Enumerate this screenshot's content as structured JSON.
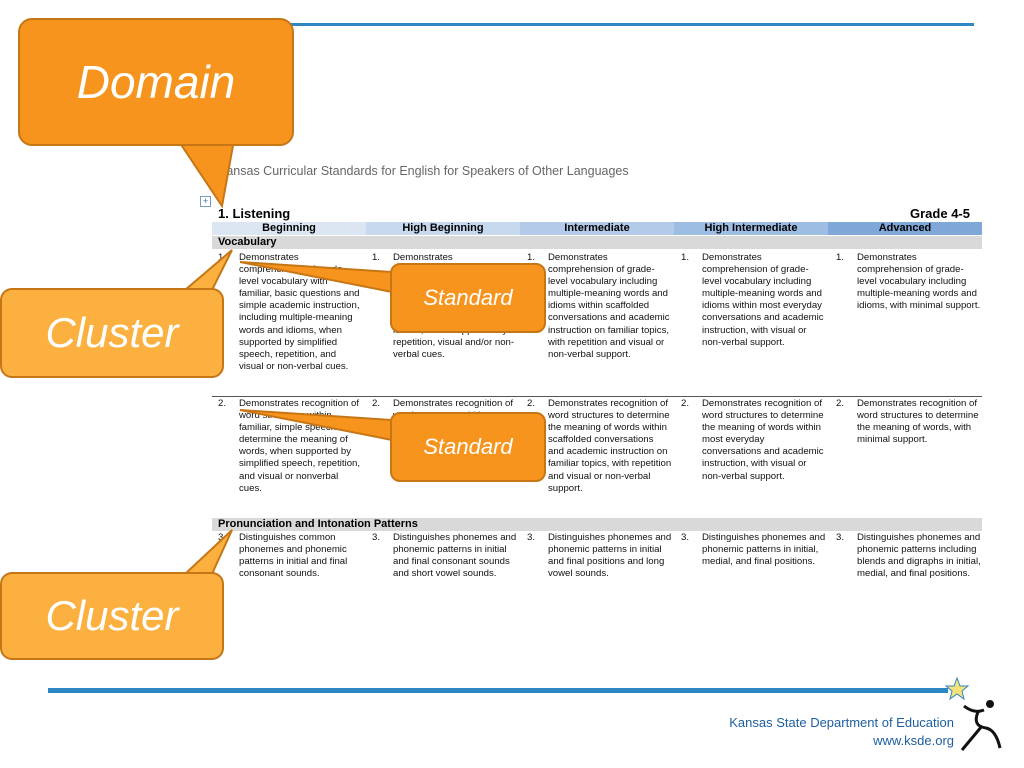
{
  "document": {
    "title": "Kansas Curricular Standards for English for Speakers of Other Languages",
    "section": "1. Listening",
    "grade": "Grade 4-5",
    "levels": [
      "Beginning",
      "High Beginning",
      "Intermediate",
      "High Intermediate",
      "Advanced"
    ],
    "clusters": [
      "Vocabulary",
      "Pronunciation and Intonation Patterns"
    ],
    "rows": [
      {
        "cells": [
          {
            "num": "1.",
            "text": "Demonstrates comprehension of grade-level vocabulary with familiar, basic questions and simple academic instruction, including multiple-meaning words and idioms, when supported by simplified speech, repetition, and visual or non-verbal cues."
          },
          {
            "num": "1.",
            "text": "Demonstrates comprehension of grade-level vocabulary in familiar conversations and academic instruction, including multiple-meaning words and idioms, when supported by repetition, visual and/or non-verbal cues."
          },
          {
            "num": "1.",
            "text": "Demonstrates comprehension of grade-level vocabulary including multiple-meaning words and idioms within scaffolded conversations and academic instruction on familiar topics, with repetition and visual or non-verbal support."
          },
          {
            "num": "1.",
            "text": "Demonstrates comprehension of grade-level vocabulary including multiple-meaning words and idioms within most everyday conversations and academic instruction, with visual or non-verbal support."
          },
          {
            "num": "1.",
            "text": "Demonstrates comprehension of grade-level vocabulary including multiple-meaning words and idioms, with minimal support."
          }
        ]
      },
      {
        "cells": [
          {
            "num": "2.",
            "text": "Demonstrates recognition of word structures within familiar, simple speech to determine the meaning of words, when supported by simplified speech, repetition, and visual or nonverbal cues."
          },
          {
            "num": "2.",
            "text": "Demonstrates recognition of word structures within familiar conversations to determine the meaning of words, when supported by repetition, visual and/or non-verbal cues."
          },
          {
            "num": "2.",
            "text": "Demonstrates recognition of word structures to determine the meaning of words within scaffolded conversations and academic instruction on familiar topics, with repetition and visual or non-verbal support."
          },
          {
            "num": "2.",
            "text": "Demonstrates recognition of word structures to determine the meaning of words within most everyday conversations and academic instruction, with visual or non-verbal support."
          },
          {
            "num": "2.",
            "text": "Demonstrates recognition of word structures to determine the meaning of words, with minimal support."
          }
        ]
      },
      {
        "cells": [
          {
            "num": "3.",
            "text": "Distinguishes common phonemes and phonemic patterns in initial and final consonant sounds."
          },
          {
            "num": "3.",
            "text": "Distinguishes phonemes and phonemic patterns in initial and final consonant sounds and short vowel sounds."
          },
          {
            "num": "3.",
            "text": "Distinguishes phonemes and phonemic patterns in initial and final positions and long vowel sounds."
          },
          {
            "num": "3.",
            "text": "Distinguishes phonemes and phonemic patterns in initial, medial, and final positions."
          },
          {
            "num": "3.",
            "text": "Distinguishes phonemes and phonemic patterns including blends and digraphs in initial, medial, and final positions."
          }
        ]
      }
    ]
  },
  "callouts": {
    "domain": "Domain",
    "cluster": "Cluster",
    "standard": "Standard"
  },
  "footer": {
    "org": "Kansas State Department of Education",
    "url": "www.ksde.org"
  },
  "colors": {
    "accent_blue": "#2f86c4",
    "callout_orange": "#f7941e",
    "callout_light_orange": "#fbb040"
  }
}
